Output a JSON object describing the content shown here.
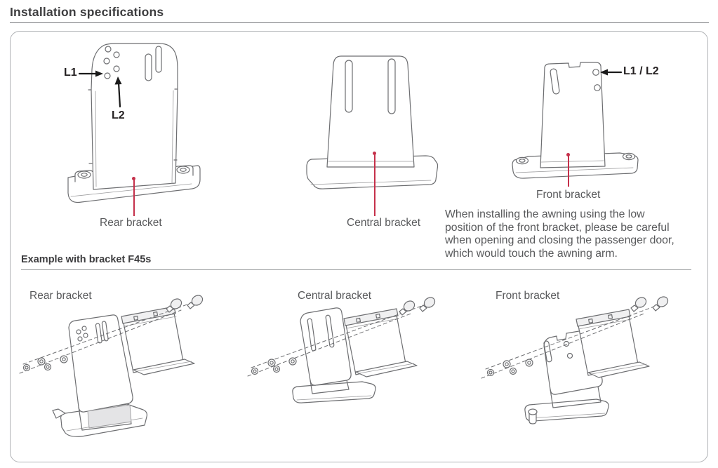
{
  "title": "Installation specifications",
  "colors": {
    "accent_red": "#c5304a",
    "line_gray": "#6d6e71",
    "panel_border": "#b1b3b6",
    "text_gray": "#58595b",
    "heading_gray": "#3d3d3f"
  },
  "top_figures": {
    "rear": {
      "label": "Rear bracket",
      "l1": "L1",
      "l2": "L2"
    },
    "central": {
      "label": "Central bracket"
    },
    "front": {
      "label": "Front bracket",
      "l1l2": "L1 / L2"
    }
  },
  "warning": {
    "lines": [
      "When installing the awning using the low",
      "position of the front bracket, please be careful",
      "when opening and closing the passenger door,",
      "which would touch the awning arm."
    ]
  },
  "example_section": {
    "heading": "Example with bracket F45s",
    "figures": {
      "rear": {
        "label": "Rear bracket"
      },
      "central": {
        "label": "Central bracket"
      },
      "front": {
        "label": "Front bracket"
      }
    }
  }
}
